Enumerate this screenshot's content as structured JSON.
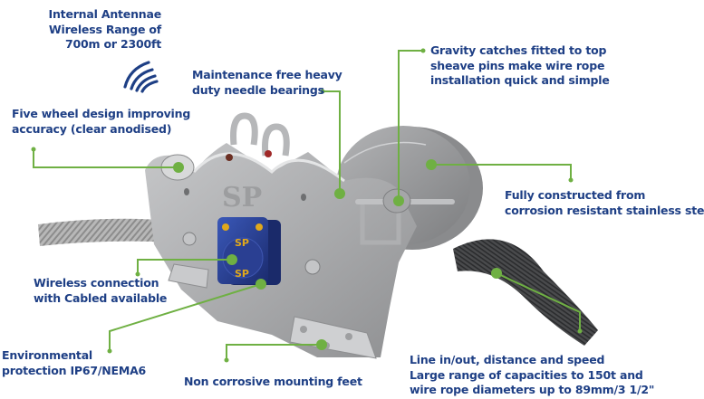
{
  "colors": {
    "label_text": "#1e3f85",
    "leader_line": "#6fb043",
    "steel": "#a9aaac",
    "sensor_blue": "#233a8e",
    "rope_dark": "#3a3b3d"
  },
  "callouts": {
    "antenna": {
      "lines": [
        "Internal Antennae",
        "Wireless Range of",
        "700m or 2300ft"
      ],
      "icon": "wireless-signal-icon"
    },
    "bearings": {
      "lines": [
        "Maintenance free heavy",
        "duty needle bearings"
      ]
    },
    "gravity": {
      "lines": [
        "Gravity catches fitted to top",
        "sheave pins make wire rope",
        "installation quick and simple"
      ]
    },
    "wheels": {
      "lines": [
        "Five wheel design improving",
        "accuracy (clear anodised)"
      ]
    },
    "steel": {
      "lines": [
        "Fully constructed from",
        "corrosion resistant stainless steel"
      ]
    },
    "wireless": {
      "lines": [
        "Wireless connection",
        "with Cabled available"
      ]
    },
    "environmental": {
      "lines": [
        "Environmental",
        "protection IP67/NEMA6"
      ]
    },
    "feet": {
      "lines": [
        "Non corrosive mounting feet"
      ]
    },
    "line": {
      "lines": [
        "Line in/out, distance and speed",
        "Large range of capacities to 150t and",
        "wire rope diameters up to 89mm/3 1/2\""
      ]
    }
  }
}
